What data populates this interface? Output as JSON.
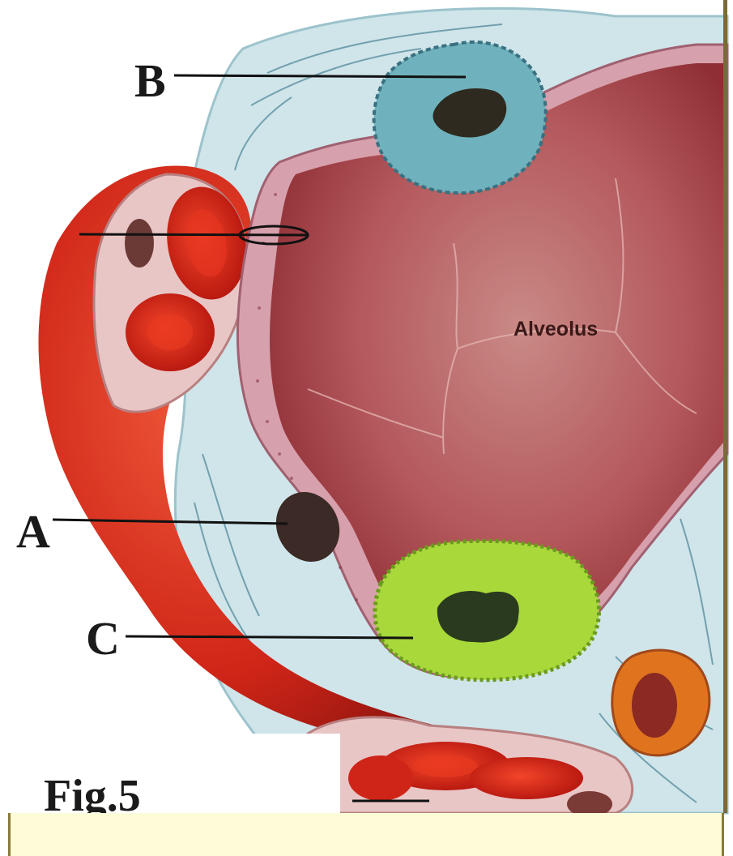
{
  "figure": {
    "title": "Fig.5",
    "labels": {
      "a": "A",
      "b": "B",
      "c": "C"
    },
    "structure_label": "Alveolus"
  },
  "colors": {
    "background": "#ffffff",
    "interstitium": "#cfe5ea",
    "alveolus_fill": "#b84a52",
    "blood_red": "#d1281e",
    "wall_pink": "#d49aa6",
    "cell_b_blue": "#6fb2bd",
    "cell_c_green": "#a8d83a",
    "nucleus_dark": "#2f2420",
    "macrophage_orange": "#e0741e",
    "caption_box": "#fefbd8"
  }
}
